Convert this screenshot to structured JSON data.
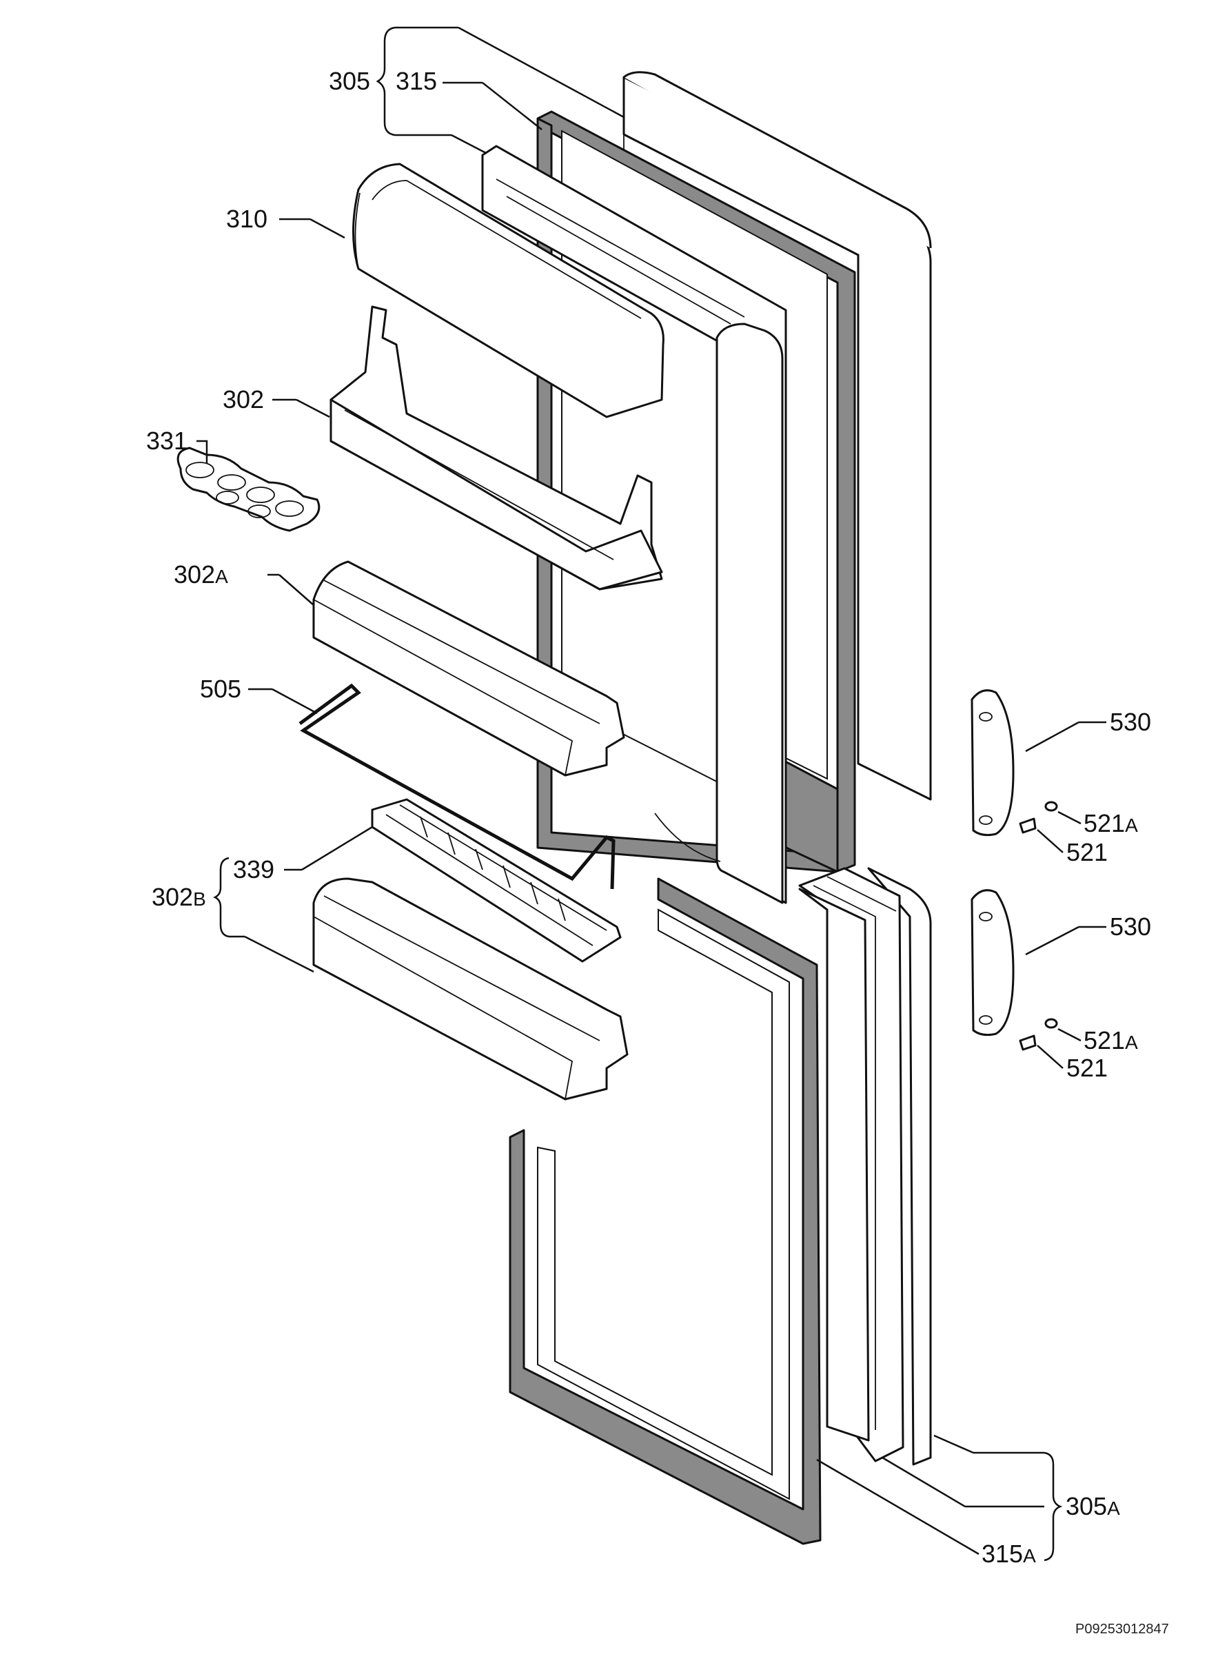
{
  "parts": {
    "p305": {
      "num": "305",
      "suffix": ""
    },
    "p315": {
      "num": "315",
      "suffix": ""
    },
    "p310": {
      "num": "310",
      "suffix": ""
    },
    "p302": {
      "num": "302",
      "suffix": ""
    },
    "p331": {
      "num": "331",
      "suffix": ""
    },
    "p302a": {
      "num": "302",
      "suffix": "A"
    },
    "p505": {
      "num": "505",
      "suffix": ""
    },
    "p339": {
      "num": "339",
      "suffix": ""
    },
    "p302b": {
      "num": "302",
      "suffix": "B"
    },
    "p530_top": {
      "num": "530",
      "suffix": ""
    },
    "p521a_top": {
      "num": "521",
      "suffix": "A"
    },
    "p521_top": {
      "num": "521",
      "suffix": ""
    },
    "p530_bot": {
      "num": "530",
      "suffix": ""
    },
    "p521a_bot": {
      "num": "521",
      "suffix": "A"
    },
    "p521_bot": {
      "num": "521",
      "suffix": ""
    },
    "p305a": {
      "num": "305",
      "suffix": "A"
    },
    "p315a": {
      "num": "315",
      "suffix": "A"
    }
  },
  "drawing_code": "P09253012847",
  "colors": {
    "line": "#111111",
    "gasket": "#8a8a8a",
    "background": "#ffffff"
  }
}
